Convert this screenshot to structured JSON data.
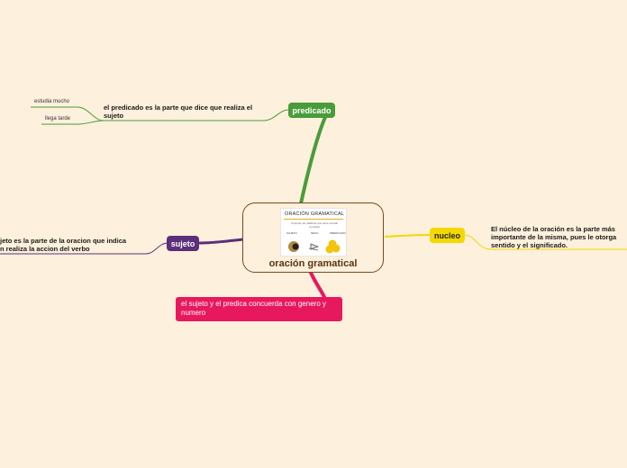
{
  "central": {
    "label": "oración gramatical",
    "thumbnail": {
      "title": "ORACIÓN GRAMATICAL",
      "subtitle": "Conjunto de palabras que tiene sentido completo",
      "labels": [
        "SUJETO",
        "NEXO",
        "PREDICADO"
      ]
    }
  },
  "branches": {
    "predicado": {
      "label": "predicado",
      "color": "#4a9c3a",
      "note": "el predicado es la parte que dice que realiza el sujeto",
      "leaves": [
        "estudia mucho",
        "llega tarde"
      ]
    },
    "sujeto": {
      "label": "sujeto",
      "color": "#5b2f7a",
      "note": "jeto es la parte de la oracion que indica\nn realiza la accion del verbo"
    },
    "nucleo": {
      "label": "nucleo",
      "color": "#f5d800",
      "note": "El núcleo de la oración es la parte más importante de la misma, pues le otorga sentido y el significado."
    },
    "concordancia": {
      "label": "el sujeto y el predica concuerda con genero y numero",
      "color": "#e8185f"
    }
  }
}
